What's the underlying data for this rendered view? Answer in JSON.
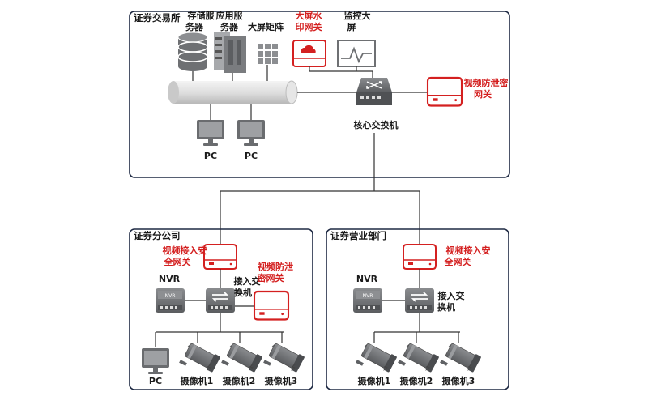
{
  "exchange": {
    "title": "证券交易所",
    "storage_server": [
      "存储服",
      "务器"
    ],
    "app_server": [
      "应用服",
      "务器"
    ],
    "video_matrix": "大屏矩阵",
    "watermark_gateway": [
      "大屏水",
      "印网关"
    ],
    "monitor_screen": [
      "监控大",
      "屏"
    ],
    "core_switch": "核心交换机",
    "anti_leak_gateway": [
      "视频防泄密",
      "网关"
    ],
    "pc_label": "PC"
  },
  "branch": {
    "title": "证券分公司",
    "access_gateway": [
      "视频接入安",
      "全网关"
    ],
    "nvr": "NVR",
    "access_switch": [
      "接入交",
      "换机"
    ],
    "anti_leak_gateway": [
      "视频防泄",
      "密网关"
    ],
    "pc_label": "PC",
    "cameras": [
      "摄像机1",
      "摄像机2",
      "摄像机3"
    ]
  },
  "office": {
    "title": "证券营业部门",
    "access_gateway": [
      "视频接入安",
      "全网关"
    ],
    "nvr": "NVR",
    "access_switch": [
      "接入交",
      "换机"
    ],
    "cameras": [
      "摄像机1",
      "摄像机2",
      "摄像机3"
    ]
  },
  "colors": {
    "accent_red": "#d42020",
    "frame": "#1f2a44",
    "device_gray": "#6e7073"
  },
  "icons": [
    "database-icon",
    "server-rack-icon",
    "grid-matrix-icon",
    "cloud-gateway-icon",
    "monitor-wave-icon",
    "switch-icon",
    "gateway-box-icon",
    "pc-monitor-icon",
    "nvr-icon",
    "camera-icon"
  ]
}
